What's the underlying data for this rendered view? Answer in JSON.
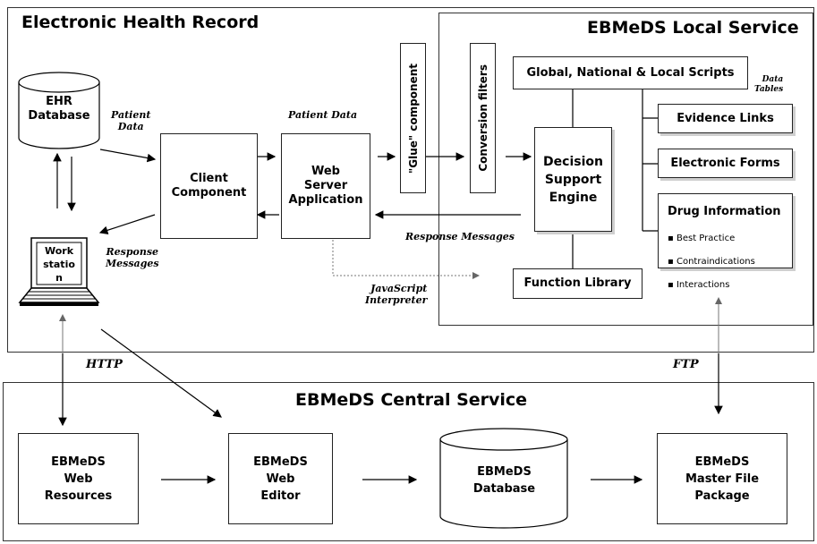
{
  "ehr": {
    "title": "Electronic Health Record"
  },
  "local": {
    "title": "EBMeDS Local Service"
  },
  "central": {
    "title": "EBMeDS Central Service"
  },
  "nodes": {
    "ehr_db": "EHR\nDatabase",
    "workstation": "Work\nstatio\nn",
    "client": "Client\nComponent",
    "webserver": "Web\nServer\nApplication",
    "glue": "\"Glue\" component",
    "conversion": "Conversion filters",
    "scripts": "Global, National & Local Scripts",
    "engine": "Decision\nSupport\nEngine",
    "function_lib": "Function Library",
    "evidence": "Evidence Links",
    "forms": "Electronic Forms",
    "drug_title": "Drug Information",
    "drug_items": [
      "Best Practice",
      "Contraindications",
      "Interactions"
    ],
    "web_resources": "EBMeDS\nWeb\nResources",
    "web_editor": "EBMeDS\nWeb\nEditor",
    "central_db": "EBMeDS\nDatabase",
    "master_pkg": "EBMeDS\nMaster File\nPackage"
  },
  "labels": {
    "patient_data_1": "Patient\nData",
    "patient_data_2": "Patient Data",
    "response_1": "Response\nMessages",
    "response_2": "Response Messages",
    "js": "JavaScript\nInterpreter",
    "data_tables": "Data\nTables",
    "http": "HTTP",
    "ftp": "FTP"
  }
}
